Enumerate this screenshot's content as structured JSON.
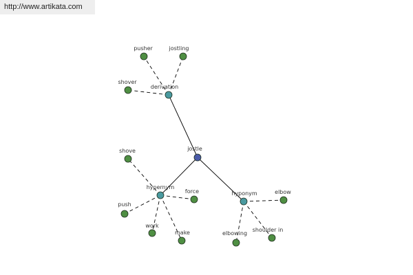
{
  "site": {
    "url": "http://www.artikata.com"
  },
  "colors": {
    "root": "#4a5aa8",
    "hub": "#4a9aa0",
    "leaf": "#4f8f43",
    "outline": "#1f2f1f",
    "edge": "#000000",
    "label": "#333333"
  },
  "graph": {
    "root": "jostle",
    "hubs": [
      "derivation",
      "hypernym",
      "hyponym"
    ],
    "nodes": [
      {
        "id": "jostle",
        "label": "jostle",
        "kind": "root"
      },
      {
        "id": "derivation",
        "label": "derivation",
        "kind": "hub"
      },
      {
        "id": "hypernym",
        "label": "hypernym",
        "kind": "hub"
      },
      {
        "id": "hyponym",
        "label": "hyponym",
        "kind": "hub"
      },
      {
        "id": "pusher",
        "label": "pusher",
        "kind": "leaf"
      },
      {
        "id": "jostling",
        "label": "jostling",
        "kind": "leaf"
      },
      {
        "id": "shover",
        "label": "shover",
        "kind": "leaf"
      },
      {
        "id": "shove",
        "label": "shove",
        "kind": "leaf"
      },
      {
        "id": "force",
        "label": "force",
        "kind": "leaf"
      },
      {
        "id": "push",
        "label": "push",
        "kind": "leaf"
      },
      {
        "id": "work",
        "label": "work",
        "kind": "leaf"
      },
      {
        "id": "make",
        "label": "make",
        "kind": "leaf"
      },
      {
        "id": "elbow",
        "label": "elbow",
        "kind": "leaf"
      },
      {
        "id": "elbowing",
        "label": "elbowing",
        "kind": "leaf"
      },
      {
        "id": "shoulder-in",
        "label": "shoulder in",
        "kind": "leaf"
      }
    ],
    "edges": [
      {
        "from": "jostle",
        "to": "derivation",
        "style": "solid"
      },
      {
        "from": "jostle",
        "to": "hypernym",
        "style": "solid"
      },
      {
        "from": "jostle",
        "to": "hyponym",
        "style": "solid"
      },
      {
        "from": "derivation",
        "to": "pusher",
        "style": "dashed"
      },
      {
        "from": "derivation",
        "to": "jostling",
        "style": "dashed"
      },
      {
        "from": "derivation",
        "to": "shover",
        "style": "dashed"
      },
      {
        "from": "hypernym",
        "to": "shove",
        "style": "dashed"
      },
      {
        "from": "hypernym",
        "to": "force",
        "style": "dashed"
      },
      {
        "from": "hypernym",
        "to": "push",
        "style": "dashed"
      },
      {
        "from": "hypernym",
        "to": "work",
        "style": "dashed"
      },
      {
        "from": "hypernym",
        "to": "make",
        "style": "dashed"
      },
      {
        "from": "hyponym",
        "to": "elbow",
        "style": "dashed"
      },
      {
        "from": "hyponym",
        "to": "elbowing",
        "style": "dashed"
      },
      {
        "from": "hyponym",
        "to": "shoulder-in",
        "style": "dashed"
      }
    ]
  }
}
